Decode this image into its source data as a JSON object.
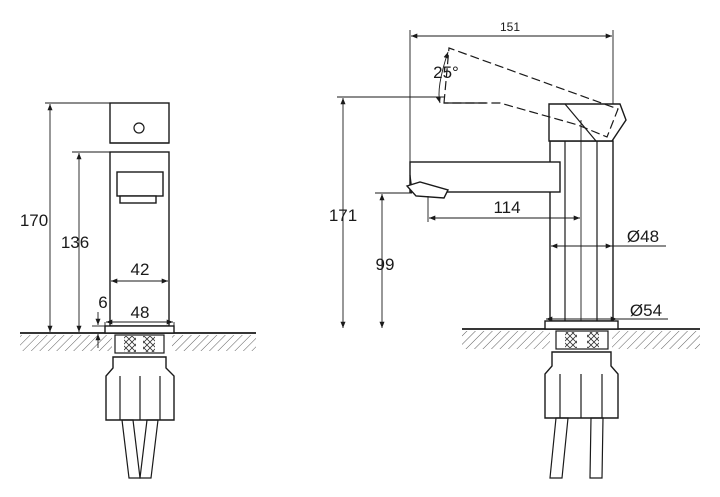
{
  "front_view": {
    "dims": {
      "overall_height": "170",
      "spout_height": "136",
      "body_width": "42",
      "base_width": "48",
      "base_thickness": "6"
    }
  },
  "side_view": {
    "dims": {
      "overall_length": "151",
      "lever_angle": "25°",
      "overall_height": "171",
      "outlet_height": "99",
      "spout_reach": "114",
      "body_diameter": "Ø48",
      "base_diameter": "Ø54"
    }
  },
  "colors": {
    "line": "#1a1a1a",
    "background": "#ffffff",
    "hatch": "#333333"
  }
}
